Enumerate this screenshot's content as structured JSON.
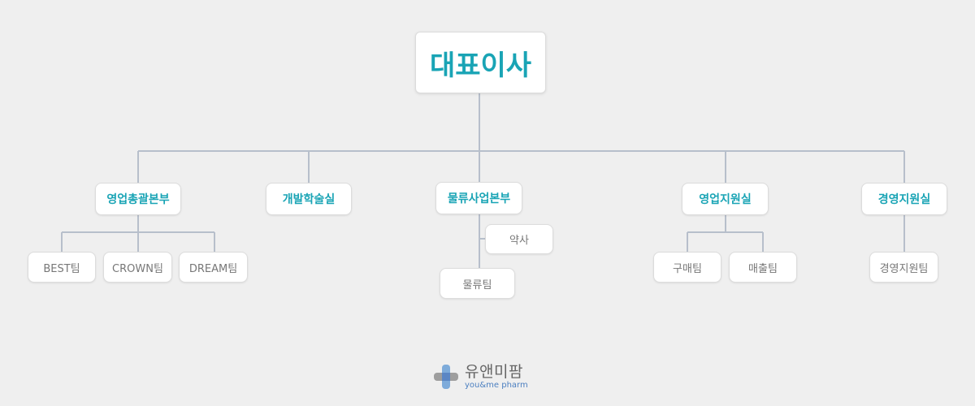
{
  "colors": {
    "background": "#efefef",
    "accent": "#19a4b5",
    "connector": "#b7bfcb",
    "team_text": "#777777"
  },
  "org": {
    "root": "대표이사",
    "departments": [
      {
        "key": "sales-hq",
        "label": "영업총괄본부",
        "teams": [
          "BEST팀",
          "CROWN팀",
          "DREAM팀"
        ]
      },
      {
        "key": "dev-academy",
        "label": "개발학술실",
        "teams": []
      },
      {
        "key": "logistics-hq",
        "label": "물류사업본부",
        "side_unit": "약사",
        "teams": [
          "물류팀"
        ]
      },
      {
        "key": "sales-support",
        "label": "영업지원실",
        "teams": [
          "구매팀",
          "매출팀"
        ]
      },
      {
        "key": "mgmt-support",
        "label": "경영지원실",
        "teams": [
          "경영지원팀"
        ]
      }
    ]
  },
  "logo": {
    "name_ko": "유앤미팜",
    "name_en": "you&me pharm",
    "icon": "medical-cross-icon"
  }
}
